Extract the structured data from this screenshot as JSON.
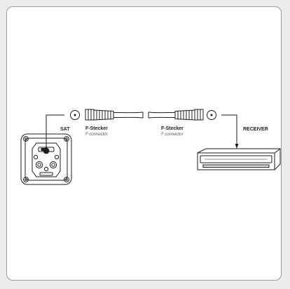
{
  "labels": {
    "sat": "SAT",
    "receiver": "RECEIVER",
    "left_connector": {
      "title": "F-Stecker",
      "subtitle": "F connector"
    },
    "right_connector": {
      "title": "F-Stecker",
      "subtitle": "F connector"
    }
  },
  "colors": {
    "line": "#1e1e1e",
    "frame": "#9a9a9a",
    "background": "#ececec",
    "panel": "#ffffff"
  },
  "icons": {
    "wall_socket": "satellite-wall-socket-icon",
    "receiver": "satellite-receiver-icon",
    "plug_left": "f-connector-plug-icon",
    "plug_right": "f-connector-plug-icon",
    "port_left": "coax-port-icon",
    "port_right": "coax-port-icon"
  }
}
